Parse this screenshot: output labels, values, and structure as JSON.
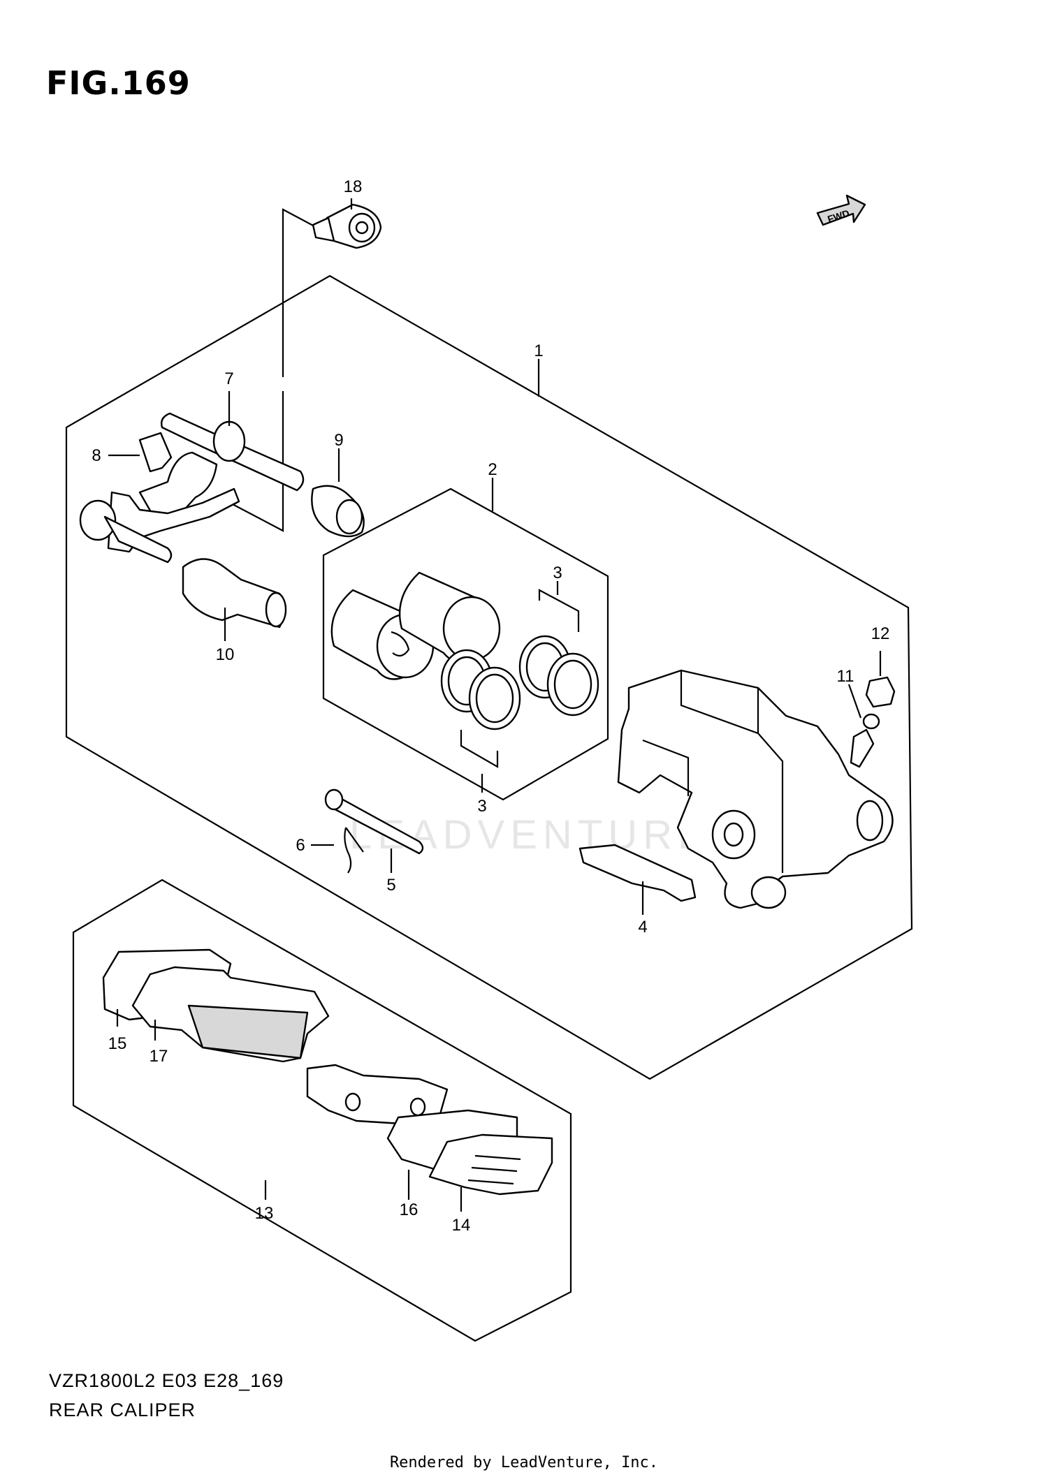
{
  "figure": {
    "title": "FIG.169",
    "model_code": "VZR1800L2 E03 E28_169",
    "section_name": "REAR CALIPER",
    "credit": "Rendered by LeadVenture, Inc.",
    "watermark": "LEADVENTURE",
    "fwd_label": "FWD"
  },
  "callouts": [
    {
      "id": "1",
      "text": "1"
    },
    {
      "id": "2",
      "text": "2"
    },
    {
      "id": "3a",
      "text": "3"
    },
    {
      "id": "3b",
      "text": "3"
    },
    {
      "id": "4",
      "text": "4"
    },
    {
      "id": "5",
      "text": "5"
    },
    {
      "id": "6",
      "text": "6"
    },
    {
      "id": "7",
      "text": "7"
    },
    {
      "id": "8",
      "text": "8"
    },
    {
      "id": "9",
      "text": "9"
    },
    {
      "id": "10",
      "text": "10"
    },
    {
      "id": "11",
      "text": "11"
    },
    {
      "id": "12",
      "text": "12"
    },
    {
      "id": "13",
      "text": "13"
    },
    {
      "id": "14",
      "text": "14"
    },
    {
      "id": "15",
      "text": "15"
    },
    {
      "id": "16",
      "text": "16"
    },
    {
      "id": "17",
      "text": "17"
    },
    {
      "id": "18",
      "text": "18"
    }
  ]
}
